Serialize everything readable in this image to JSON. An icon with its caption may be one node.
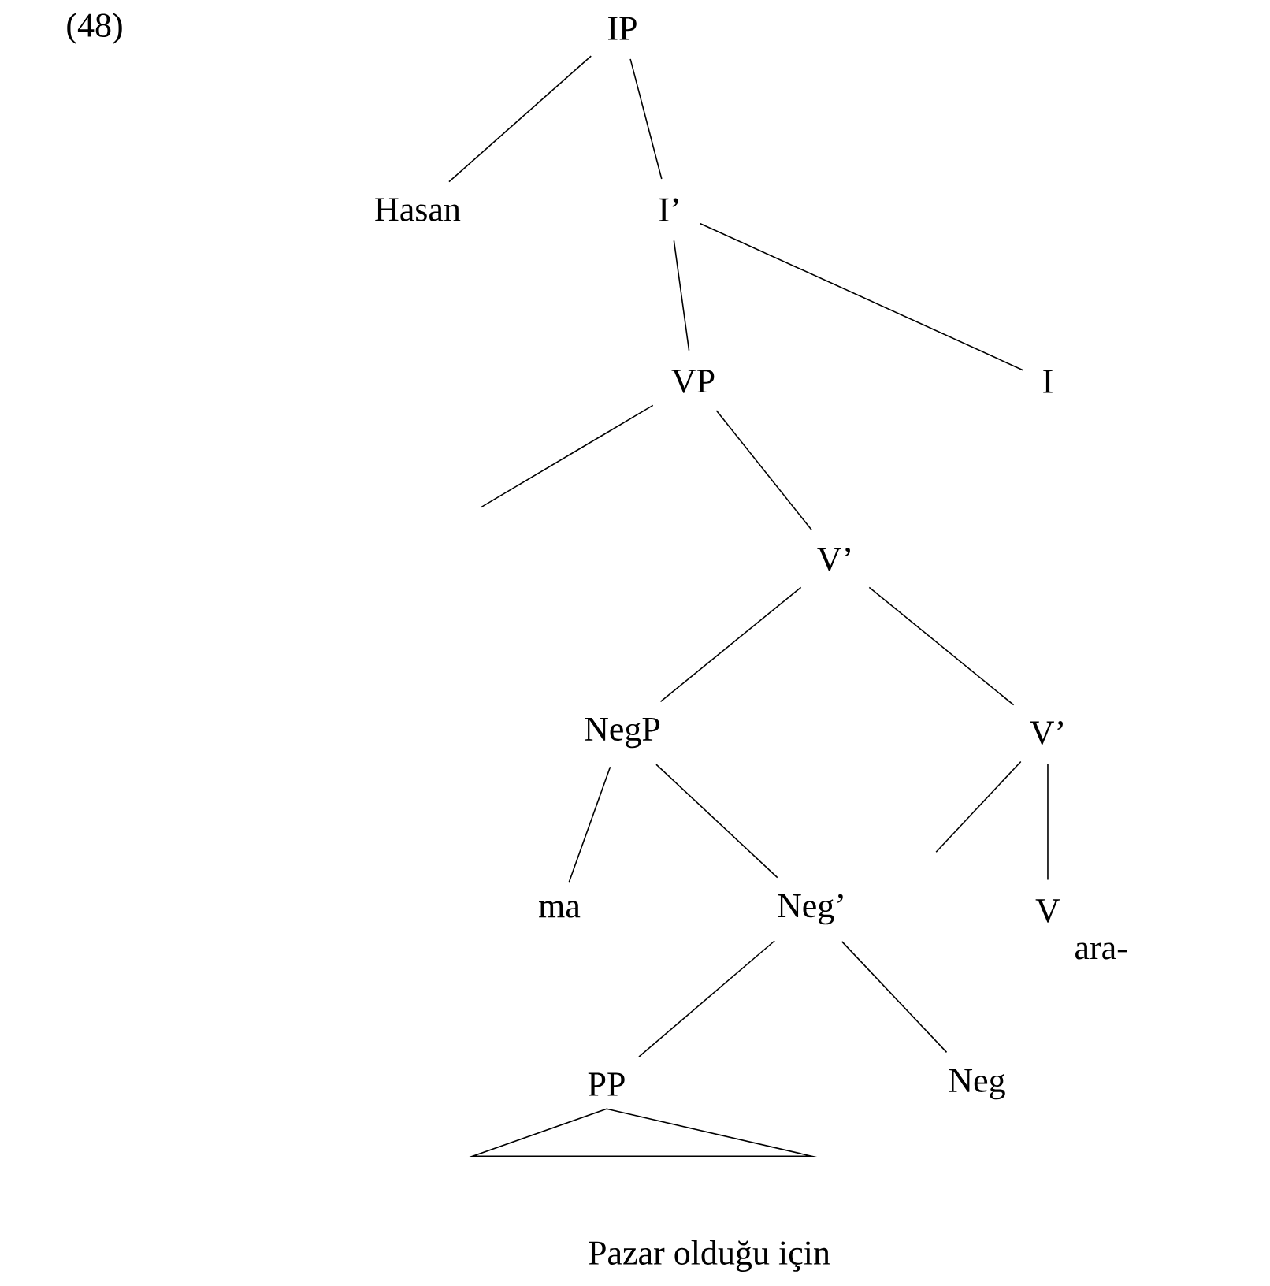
{
  "diagram": {
    "nodes": [
      {
        "text": [
          "IP"
        ]
      },
      {
        "text": [
          "Hasan"
        ]
      },
      {
        "text": [
          "I’"
        ]
      },
      {
        "text": [
          "VP"
        ]
      },
      {
        "text": [
          "I"
        ]
      },
      {
        "text": [
          "V’"
        ]
      },
      {
        "text": [
          "NegP"
        ]
      },
      {
        "text": [
          "V’"
        ]
      },
      {
        "text": [
          "ma"
        ]
      },
      {
        "text": [
          "Neg’"
        ]
      },
      {
        "text": [
          "V"
        ],
        "beside": [
          "ara-"
        ]
      },
      {
        "text": [
          "PP"
        ]
      },
      {
        "text": [
          "Neg"
        ]
      },
      {
        "text": [
          "Pazar olduğu için"
        ]
      }
    ],
    "edges": [
      {
        "from": 0,
        "to": 1,
        "arrow": "none"
      },
      {
        "from": 0,
        "to": 2,
        "arrow": "none"
      },
      {
        "from": 2,
        "to": 3,
        "arrow": "none"
      },
      {
        "from": 2,
        "to": 4,
        "arrow": "none"
      },
      {
        "from": 3,
        "to": null,
        "arrow": "none"
      },
      {
        "from": 3,
        "to": 5,
        "arrow": "none"
      },
      {
        "from": 5,
        "to": 6,
        "arrow": "none"
      },
      {
        "from": 5,
        "to": 7,
        "arrow": "none"
      },
      {
        "from": 6,
        "to": 8,
        "arrow": "none"
      },
      {
        "from": 6,
        "to": 9,
        "arrow": "none"
      },
      {
        "from": 7,
        "to": null,
        "arrow": "none"
      },
      {
        "from": 7,
        "to": 10,
        "arrow": "none"
      },
      {
        "from": 9,
        "to": 11,
        "arrow": "none"
      },
      {
        "from": 9,
        "to": 12,
        "arrow": "none"
      },
      {
        "from": 11,
        "to": 13,
        "arrow": "none"
      }
    ],
    "labels": [
      "(48)"
    ]
  }
}
